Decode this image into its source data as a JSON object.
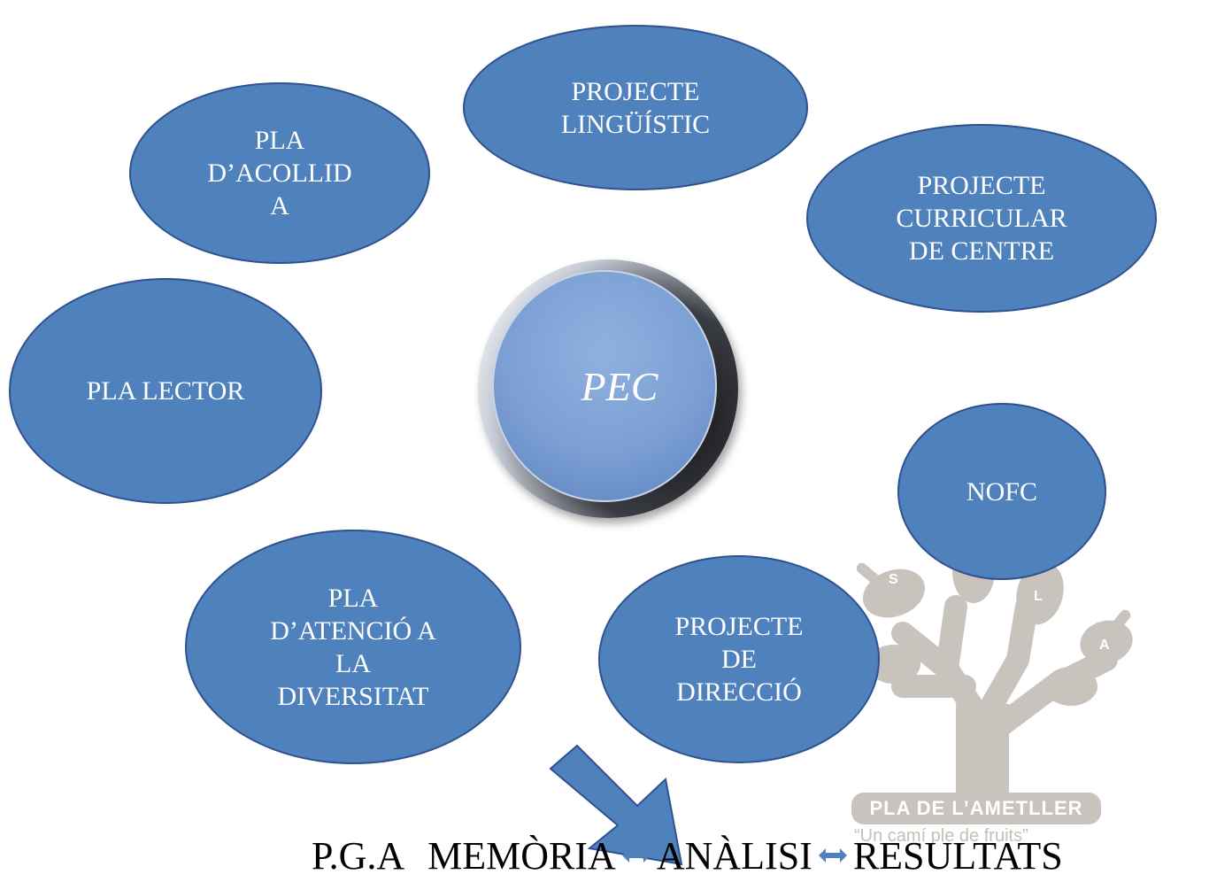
{
  "center": {
    "label": "PEC"
  },
  "nodes": {
    "projecte_linguistic": "PROJECTE\nLINGÜÍSTIC",
    "pla_acollida": "PLA\nD’ACOLLID\nA",
    "projecte_curricular": "PROJECTE\nCURRICULAR\nDE CENTRE",
    "pla_lector": "PLA LECTOR",
    "nofc": "NOFC",
    "pla_diversitat": "PLA\nD’ATENCIÓ A\nLA\nDIVERSITAT",
    "projecte_direccio": "PROJECTE\nDE\nDIRECCIÓ"
  },
  "flow": {
    "pga": "P.G.A",
    "memoria": "MEMÒRIA",
    "analisi": "ANÀLISI",
    "resultats": "RESULTATS"
  },
  "logo": {
    "name": "PLA DE L’AMETLLER",
    "slogan": "“Un camí ple de fruits”",
    "letters": [
      "S",
      "L",
      "A"
    ]
  },
  "colors": {
    "oval_fill": "#4f81bd",
    "oval_border": "#2f528f",
    "arrow": "#4f81bd",
    "logo_grey": "#c8c3bd"
  }
}
